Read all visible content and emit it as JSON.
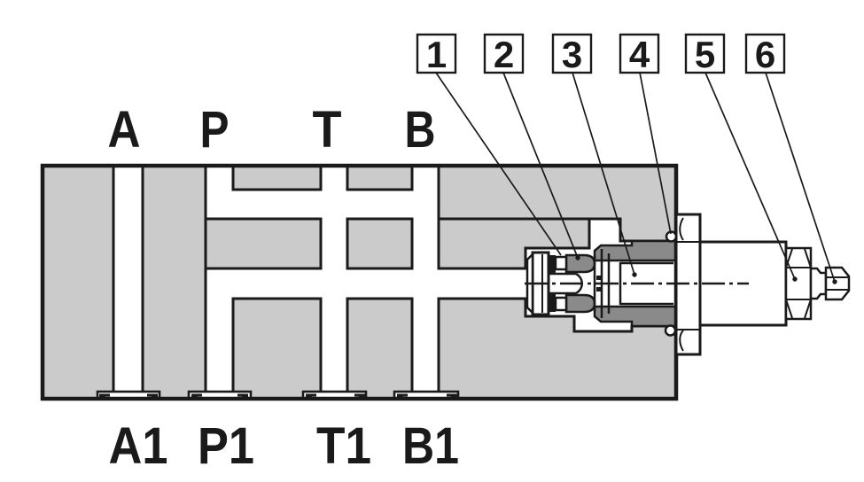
{
  "ports_top": [
    "A",
    "P",
    "T",
    "B"
  ],
  "ports_bottom": [
    "A1",
    "P1",
    "T1",
    "B1"
  ],
  "callouts": [
    "1",
    "2",
    "3",
    "4",
    "5",
    "6"
  ],
  "colors": {
    "background": "#ffffff",
    "block_fill": "#cbcbcb",
    "seal_fill": "#8a8a8a",
    "line": "#1a1a1a"
  }
}
